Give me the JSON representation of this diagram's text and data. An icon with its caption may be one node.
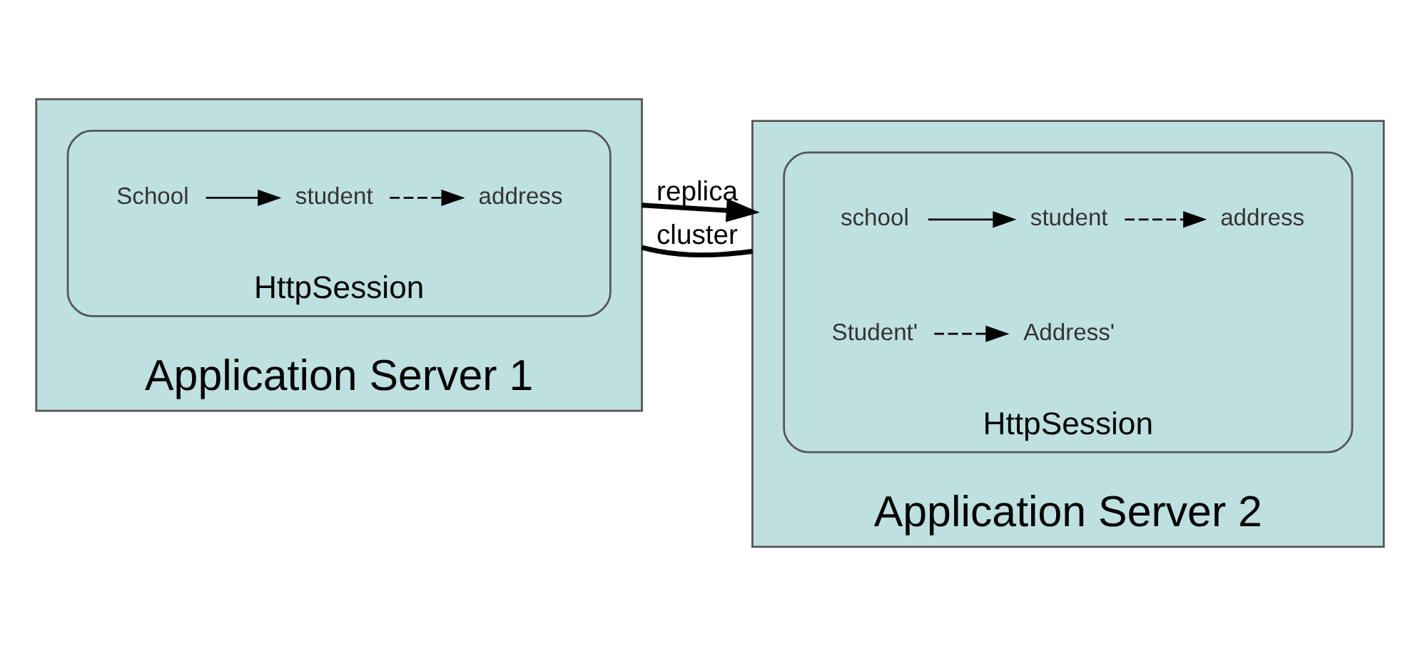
{
  "diagram": {
    "nodes": [
      {
        "text": [
          "Application Server 1"
        ]
      },
      {
        "text": [
          "HttpSession"
        ],
        "in": 0
      },
      {
        "text": [
          "address"
        ],
        "in": 1
      },
      {
        "text": [
          "School"
        ],
        "in": 1
      },
      {
        "text": [
          "student"
        ],
        "in": 1
      },
      {
        "text": [
          "Application Server 2"
        ]
      },
      {
        "text": [
          "HttpSession"
        ],
        "in": 5
      },
      {
        "text": [
          "address"
        ],
        "in": 6
      },
      {
        "text": [
          "Address'"
        ],
        "in": 6
      },
      {
        "text": [
          "school"
        ],
        "in": 6
      },
      {
        "text": [
          "student"
        ],
        "in": 6
      },
      {
        "text": [
          "Student'"
        ],
        "in": 6
      }
    ],
    "edges": [
      {
        "from": 3,
        "to": 4,
        "arrow": "to"
      },
      {
        "from": 4,
        "to": 2,
        "arrow": "to",
        "style": "dashed"
      },
      {
        "from": 9,
        "to": 10,
        "arrow": "to"
      },
      {
        "from": 10,
        "to": 7,
        "arrow": "to",
        "style": "dashed"
      },
      {
        "from": 11,
        "to": 8,
        "arrow": "to",
        "style": "dashed"
      },
      {
        "from": 0,
        "to": 5,
        "arrow": "to",
        "label": "replica",
        "style": "thick"
      },
      {
        "from": 0,
        "to": 5,
        "arrow": "none",
        "label": "cluster",
        "style": "thick"
      }
    ]
  }
}
